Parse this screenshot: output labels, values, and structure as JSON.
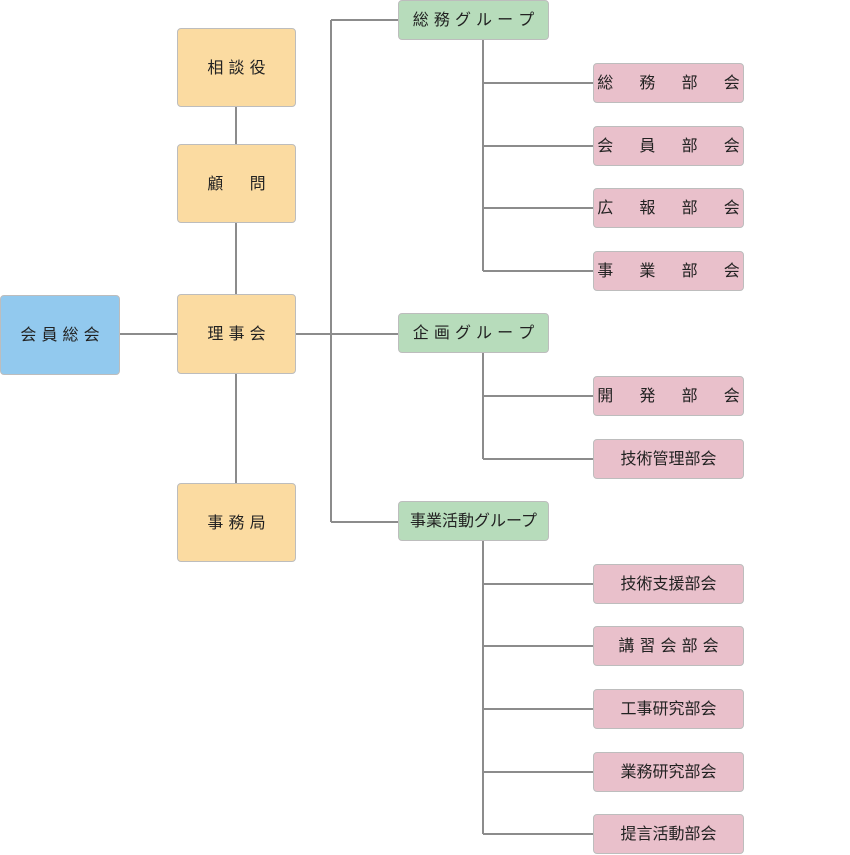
{
  "nodes": {
    "general_meeting": "会 員 総 会",
    "advisor": "相 談 役",
    "counselor": "顧 　 問",
    "board": "理 事 会",
    "secretariat": "事 務 局",
    "group_soumu": "総 務 グ ル ー プ",
    "group_kikaku": "企 画 グ ル ー プ",
    "group_jigyou": "事業活動グループ",
    "dept_soumu": "総 　 務 　 部 　 会",
    "dept_kaiin": "会 　 員 　 部 　 会",
    "dept_kouhou": "広 　 報 　 部 　 会",
    "dept_jigyou": "事 　 業 　 部 　 会",
    "dept_kaihatsu": "開 　 発 　 部 　 会",
    "dept_gijutsu_kanri": "技術管理部会",
    "dept_gijutsu_shien": "技術支援部会",
    "dept_koushuukai": "講 習 会 部 会",
    "dept_kouji_kenkyuu": "工事研究部会",
    "dept_gyoumu_kenkyuu": "業務研究部会",
    "dept_teigen": "提言活動部会"
  },
  "colors": {
    "meeting": "#92c9ee",
    "executive": "#fbdba1",
    "group": "#b7dcbb",
    "department": "#e9c0cb",
    "connector": "#8c8c8c"
  }
}
